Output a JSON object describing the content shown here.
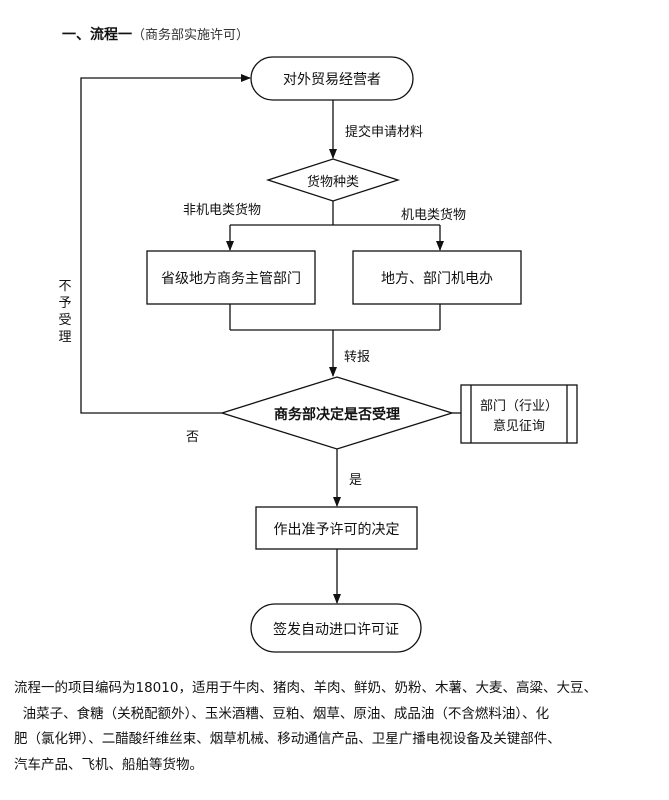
{
  "title": {
    "main": "一、流程一",
    "sub": "（商务部实施许可）"
  },
  "nodes": {
    "start": "对外贸易经营者",
    "goods_type": "货物种类",
    "provincial": "省级地方商务主管部门",
    "local_mech": "地方、部门机电办",
    "decision": "商务部决定是否受理",
    "consult_line1": "部门（行业）",
    "consult_line2": "意见征询",
    "permit_decision": "作出准予许可的决定",
    "end": "签发自动进口许可证"
  },
  "edges": {
    "submit": "提交申请材料",
    "non_mech": "非机电类货物",
    "mech": "机电类货物",
    "transfer": "转报",
    "yes": "是",
    "no": "否",
    "reject": [
      "不",
      "予",
      "受",
      "理"
    ]
  },
  "footer": {
    "lines": [
      "流程一的项目编码为18010，适用于牛肉、猪肉、羊肉、鲜奶、奶粉、木薯、大麦、高粱、大豆、",
      "  油菜子、食糖（关税配额外）、玉米酒糟、豆粕、烟草、原油、成品油（不含燃料油）、化",
      "肥（氯化钾）、二醋酸纤维丝束、烟草机械、移动通信产品、卫星广播电视设备及关键部件、",
      "汽车产品、飞机、船舶等货物。"
    ]
  }
}
